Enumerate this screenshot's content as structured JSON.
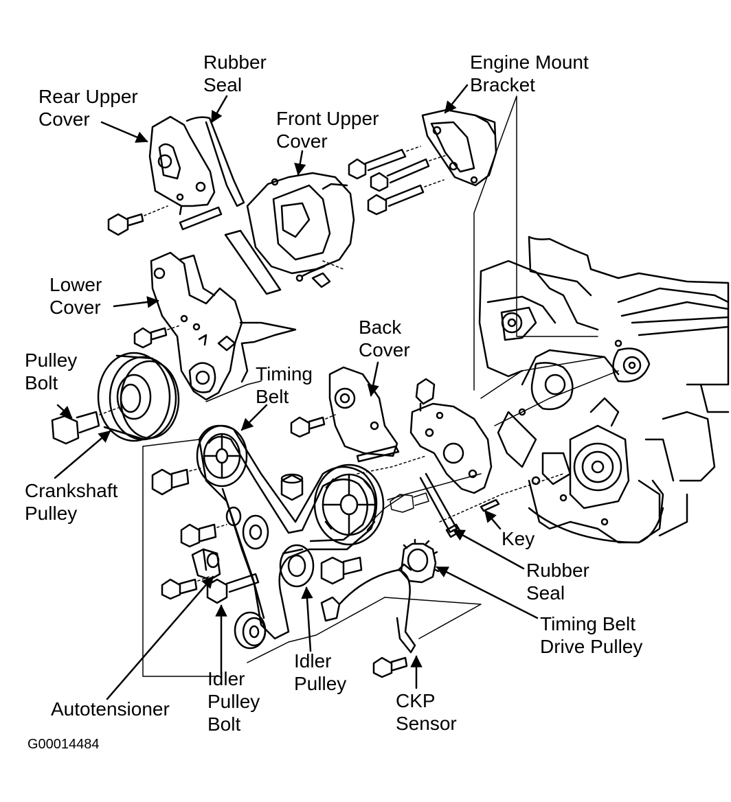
{
  "labels": {
    "rear_upper_cover": [
      "Rear Upper",
      "Cover"
    ],
    "rubber_seal_top": [
      "Rubber",
      "Seal"
    ],
    "front_upper_cover": [
      "Front Upper",
      "Cover"
    ],
    "engine_mount_bracket": [
      "Engine Mount",
      "Bracket"
    ],
    "lower_cover": [
      "Lower",
      "Cover"
    ],
    "pulley_bolt": [
      "Pulley",
      "Bolt"
    ],
    "crankshaft_pulley": [
      "Crankshaft",
      "Pulley"
    ],
    "timing_belt": [
      "Timing",
      "Belt"
    ],
    "back_cover": [
      "Back",
      "Cover"
    ],
    "key": [
      "Key"
    ],
    "rubber_seal_bottom": [
      "Rubber",
      "Seal"
    ],
    "timing_belt_drive_pulley": [
      "Timing Belt",
      "Drive Pulley"
    ],
    "autotensioner": [
      "Autotensioner"
    ],
    "idler_pulley_bolt": [
      "Idler",
      "Pulley",
      "Bolt"
    ],
    "idler_pulley": [
      "Idler",
      "Pulley"
    ],
    "ckp_sensor": [
      "CKP",
      "Sensor"
    ]
  },
  "figure_code": "G00014484"
}
